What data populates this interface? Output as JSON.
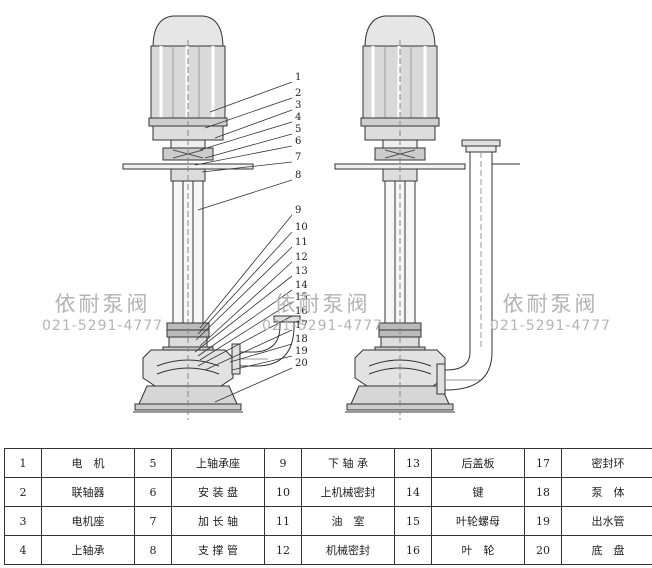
{
  "watermarks": [
    {
      "title": "依耐泵阀",
      "phone": "021-5291-4777"
    },
    {
      "title": "依耐泵阀",
      "phone": "021-5291-4777"
    },
    {
      "title": "依耐泵阀",
      "phone": "021-5291-4777"
    }
  ],
  "callouts": [
    "1",
    "2",
    "3",
    "4",
    "5",
    "6",
    "7",
    "8",
    "9",
    "10",
    "11",
    "12",
    "13",
    "14",
    "15",
    "16",
    "17",
    "18",
    "19",
    "20"
  ],
  "parts_table": {
    "rows": [
      [
        {
          "num": "1",
          "name": "电　机"
        },
        {
          "num": "5",
          "name": "上轴承座"
        },
        {
          "num": "9",
          "name": "下 轴 承"
        },
        {
          "num": "13",
          "name": "后盖板"
        },
        {
          "num": "17",
          "name": "密封环"
        }
      ],
      [
        {
          "num": "2",
          "name": "联轴器"
        },
        {
          "num": "6",
          "name": "安 装 盘"
        },
        {
          "num": "10",
          "name": "上机械密封"
        },
        {
          "num": "14",
          "name": "键"
        },
        {
          "num": "18",
          "name": "泵　体"
        }
      ],
      [
        {
          "num": "3",
          "name": "电机座"
        },
        {
          "num": "7",
          "name": "加 长 轴"
        },
        {
          "num": "11",
          "name": "油　室"
        },
        {
          "num": "15",
          "name": "叶轮螺母"
        },
        {
          "num": "19",
          "name": "出水管"
        }
      ],
      [
        {
          "num": "4",
          "name": "上轴承"
        },
        {
          "num": "8",
          "name": "支 撑 管"
        },
        {
          "num": "12",
          "name": "机械密封"
        },
        {
          "num": "16",
          "name": "叶　轮"
        },
        {
          "num": "20",
          "name": "底　盘"
        }
      ]
    ]
  }
}
